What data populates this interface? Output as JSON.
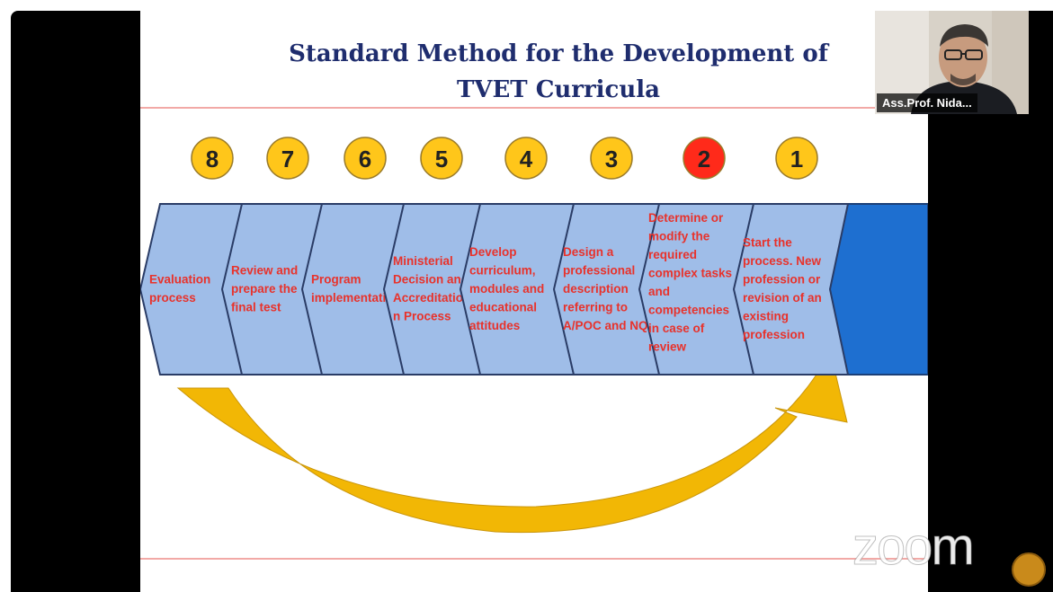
{
  "slide": {
    "title_line1": "Standard Method for the Development of",
    "title_line2": "TVET Curricula",
    "steps": [
      {
        "number": "8",
        "lines": [
          "Evaluation",
          "process"
        ],
        "highlight": false
      },
      {
        "number": "7",
        "lines": [
          "Review and",
          "prepare the",
          "final test"
        ],
        "highlight": false
      },
      {
        "number": "6",
        "lines": [
          "Program",
          "implementation"
        ],
        "highlight": false
      },
      {
        "number": "5",
        "lines": [
          "Ministerial",
          "Decision and",
          "Accreditatio",
          "n Process"
        ],
        "highlight": false
      },
      {
        "number": "4",
        "lines": [
          "Develop",
          "curriculum,",
          "modules and",
          "educational",
          "attitudes"
        ],
        "highlight": false
      },
      {
        "number": "3",
        "lines": [
          "Design a",
          "professional",
          "description",
          "referring to",
          "A/POC and NQF"
        ],
        "highlight": false
      },
      {
        "number": "2",
        "lines": [
          "Determine or",
          "modify the",
          "required",
          "complex tasks",
          "and",
          "competencies",
          "in case of",
          "review"
        ],
        "highlight": true
      },
      {
        "number": "1",
        "lines": [
          "Start the",
          "process. New",
          "profession or",
          "revision of an",
          "existing",
          "profession"
        ],
        "highlight": false
      }
    ],
    "colors": {
      "circle_fill": "#ffc61a",
      "circle_highlight": "#ff2a1a",
      "chevron_fill": "#9fbde8",
      "start_chevron_fill": "#1e6fd0",
      "step_text": "#e8322b",
      "arrow": "#f2b705"
    }
  },
  "participant": {
    "name": "Ass.Prof. Nida..."
  },
  "branding": {
    "zoom_logo": "zoom"
  }
}
